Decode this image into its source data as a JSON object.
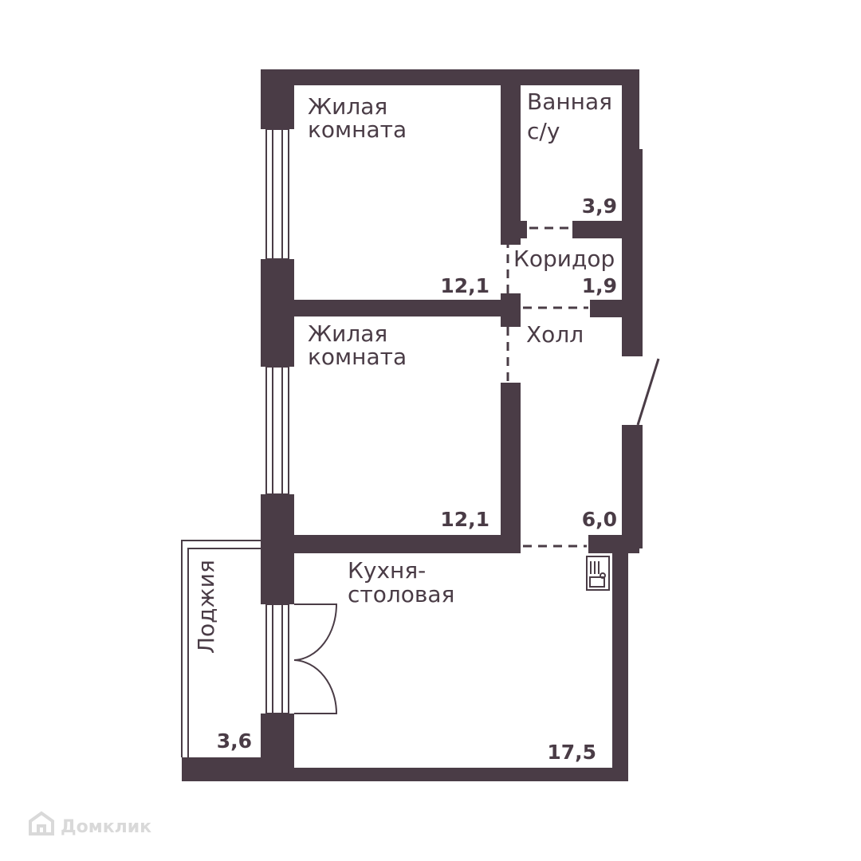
{
  "rooms": {
    "living_room_1": {
      "label_line1": "Жилая",
      "label_line2": "комната",
      "area": "12,1"
    },
    "bathroom": {
      "label_line1": "Ванная",
      "label_line2": "с/у",
      "area": "3,9"
    },
    "corridor": {
      "label": "Коридор",
      "area": "1,9"
    },
    "hall": {
      "label": "Холл",
      "area": "6,0"
    },
    "living_room_2": {
      "label_line1": "Жилая",
      "label_line2": "комната",
      "area": "12,1"
    },
    "kitchen": {
      "label_line1": "Кухня-",
      "label_line2": "столовая",
      "area": "17,5"
    },
    "loggia": {
      "label": "Лоджия",
      "area": "3,6"
    }
  },
  "watermark": {
    "brand": "Домклик",
    "icon": "home-logo-icon"
  },
  "colors": {
    "wall": "#4a3c46",
    "background": "#ffffff",
    "watermark": "#d9d9d9"
  }
}
